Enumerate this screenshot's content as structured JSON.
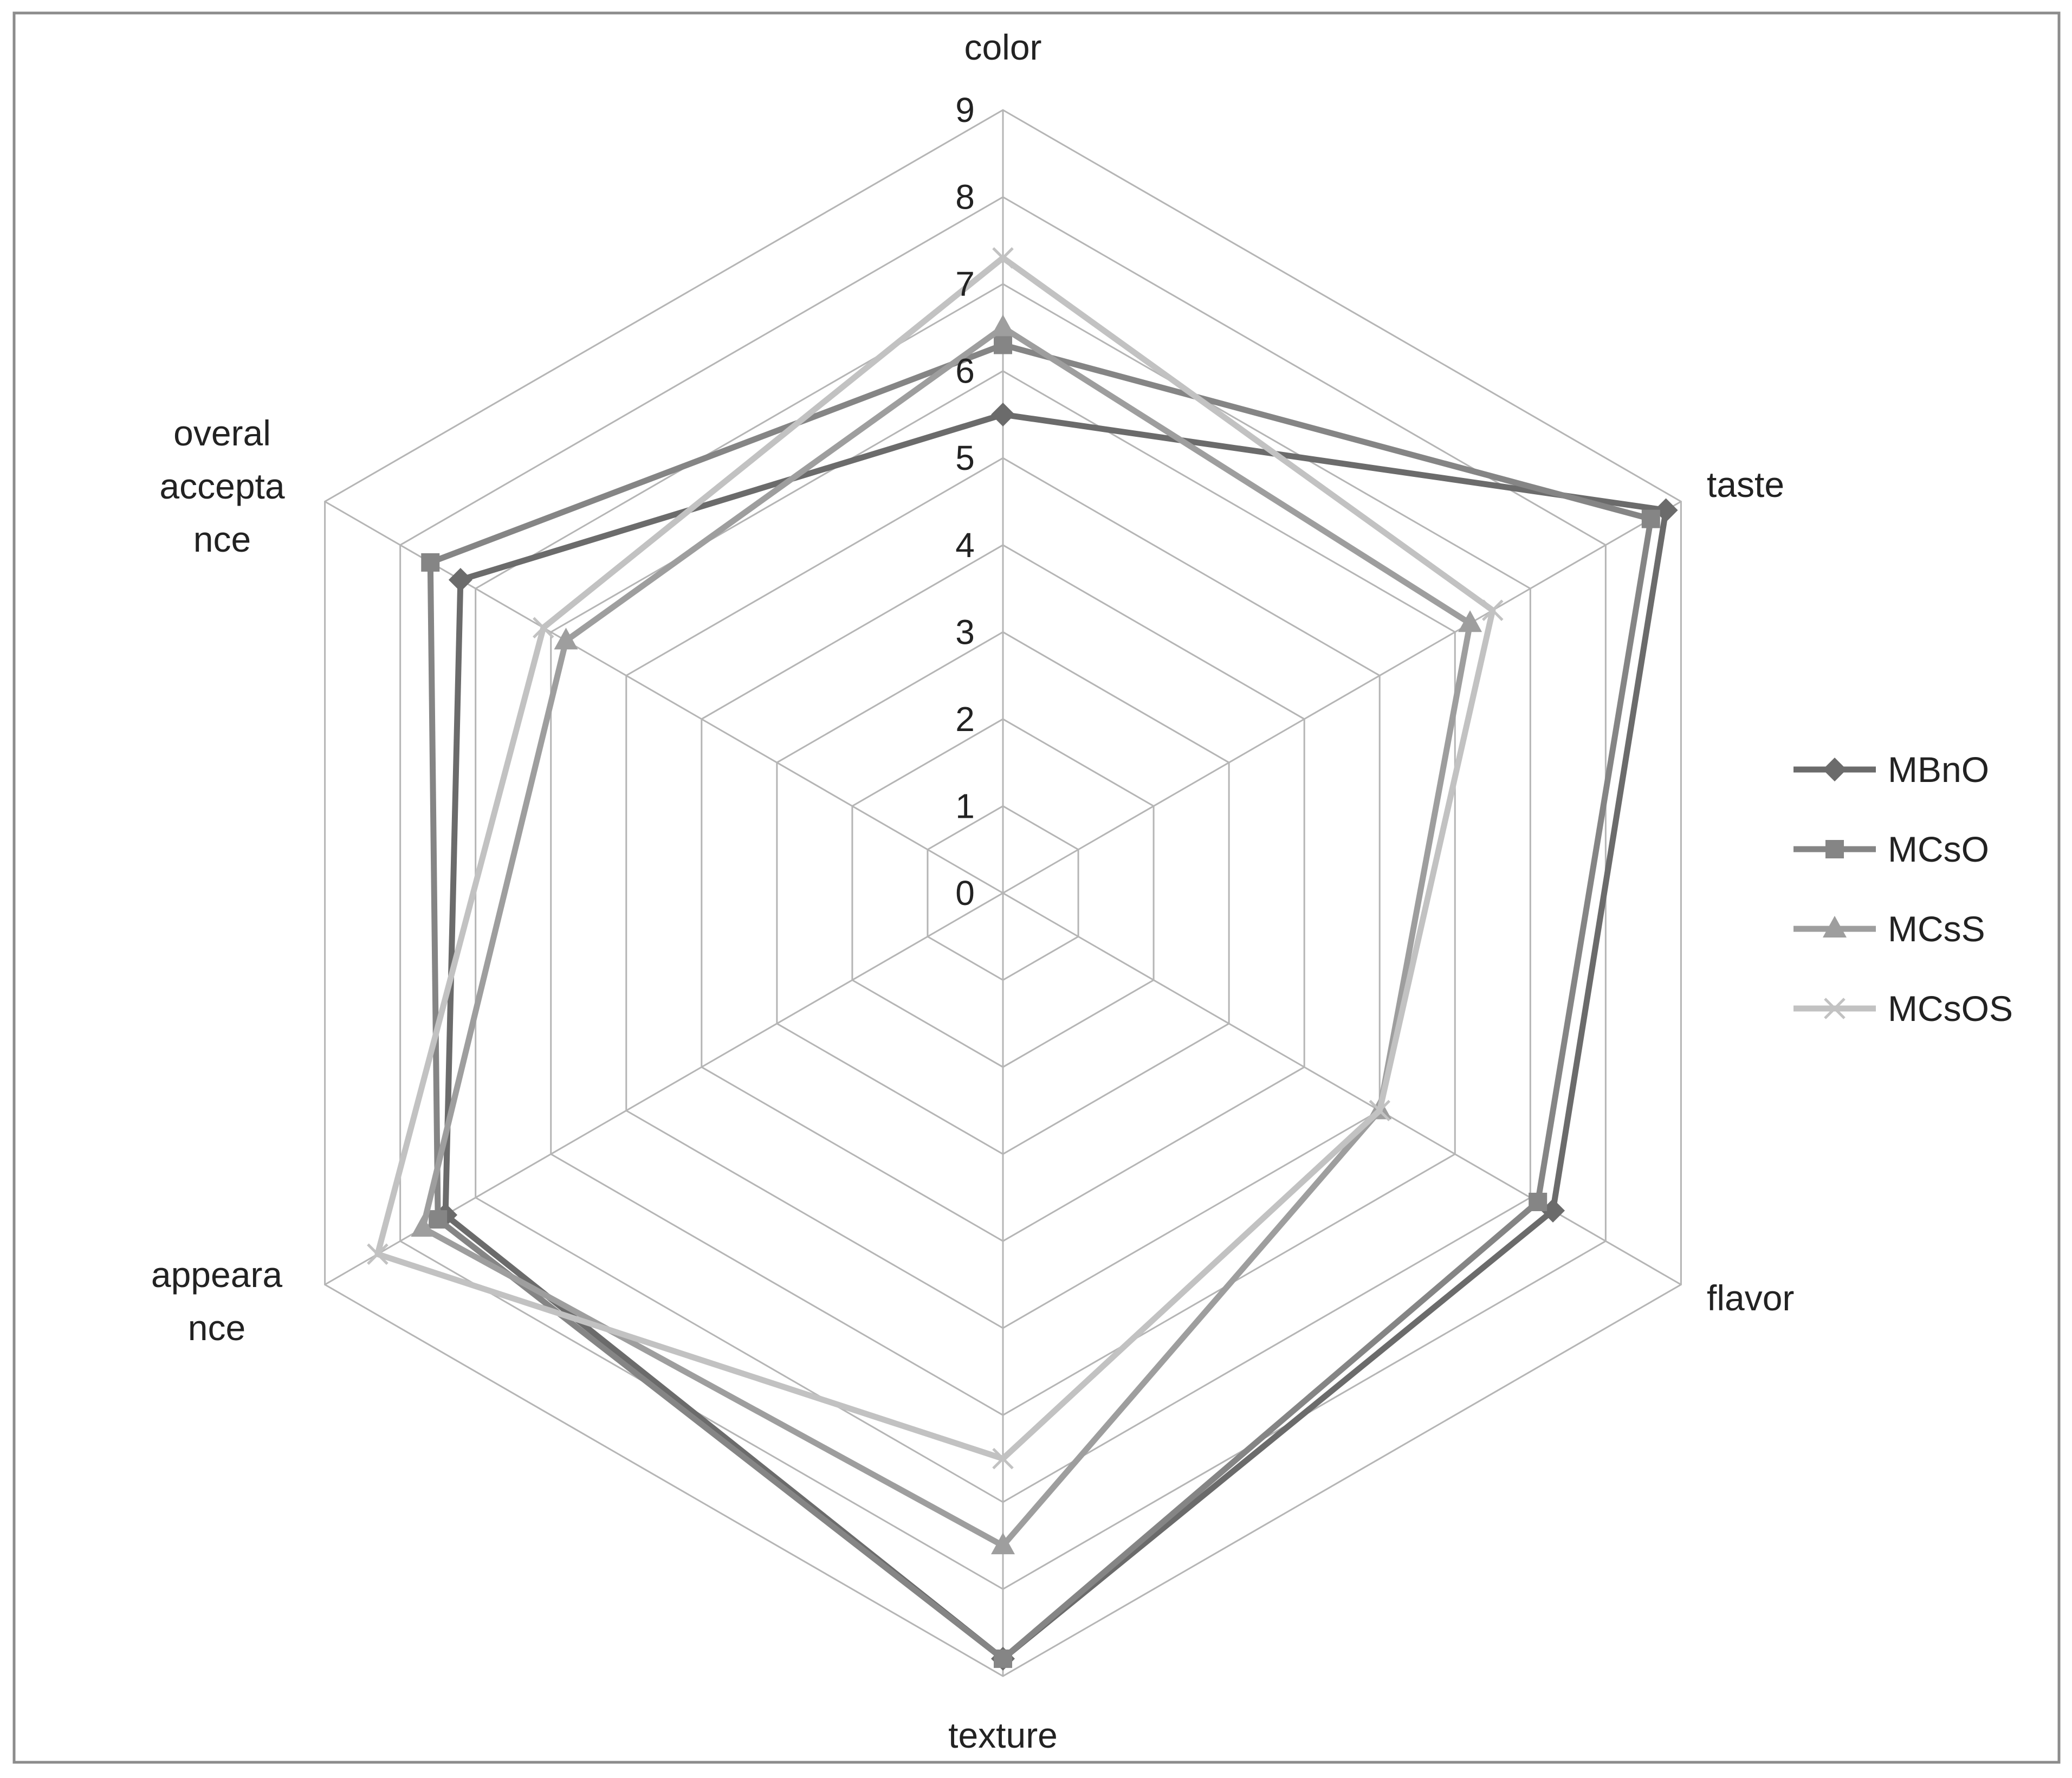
{
  "chart_data": {
    "type": "radar",
    "categories": [
      "color",
      "taste",
      "flavor",
      "texture",
      "appearance",
      "overal acceptance"
    ],
    "category_label_lines": [
      [
        "color"
      ],
      [
        "taste"
      ],
      [
        "flavor"
      ],
      [
        "texture"
      ],
      [
        "appeara",
        "nce"
      ],
      [
        "overal",
        "accepta",
        "nce"
      ]
    ],
    "radial_ticks": [
      "0",
      "1",
      "2",
      "3",
      "4",
      "5",
      "6",
      "7",
      "8",
      "9"
    ],
    "rlim": [
      0,
      9
    ],
    "grid": true,
    "legend_position": "right",
    "series": [
      {
        "name": "MBnO",
        "marker": "diamond",
        "color": "#6b6b6b",
        "values": [
          5.5,
          8.8,
          7.3,
          8.8,
          7.4,
          7.2
        ]
      },
      {
        "name": "MCsO",
        "marker": "square",
        "color": "#858585",
        "values": [
          6.3,
          8.6,
          7.1,
          8.8,
          7.5,
          7.6
        ]
      },
      {
        "name": "MCsS",
        "marker": "triangle",
        "color": "#9e9e9e",
        "values": [
          6.5,
          6.2,
          5.0,
          7.5,
          7.7,
          5.8
        ]
      },
      {
        "name": "MCsOS",
        "marker": "x",
        "color": "#c2c2c2",
        "values": [
          7.3,
          6.5,
          5.0,
          6.5,
          8.3,
          6.1
        ]
      }
    ]
  }
}
